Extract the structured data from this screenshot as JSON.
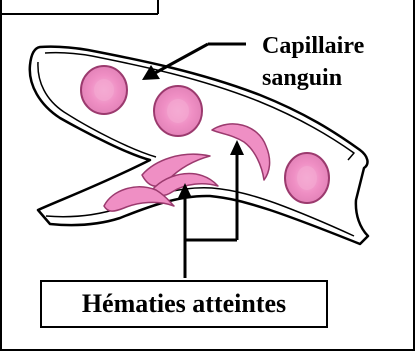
{
  "labels": {
    "capillary_line1": "Capillaire",
    "capillary_line2": "sanguin",
    "affected_cells": "Hématies atteintes"
  },
  "colors": {
    "cell_fill": "#ef8fc4",
    "cell_stroke": "#9b3a6e",
    "vessel_stroke": "#000000"
  }
}
